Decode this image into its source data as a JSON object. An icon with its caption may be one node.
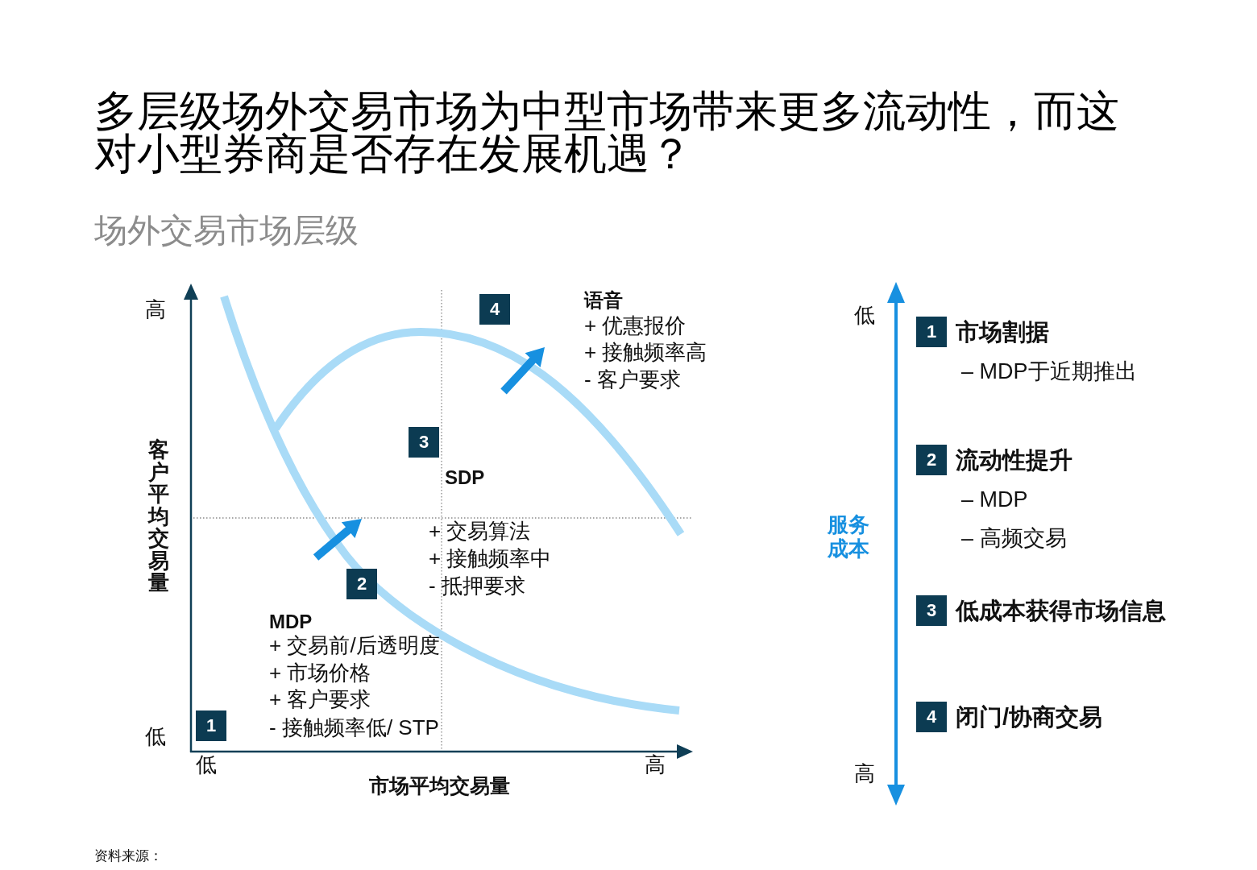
{
  "diagram": {
    "title": "多层级场外交易市场为中型市场带来更多流动性，而这对小型券商是否存在发展机遇？",
    "nodes": [
      {
        "text": [
          "4"
        ]
      },
      {
        "text": [
          "3"
        ]
      },
      {
        "text": [
          "2"
        ]
      },
      {
        "text": [
          "1"
        ]
      },
      {
        "text": [
          "1"
        ],
        "beside": [
          "市场割据",
          "– MDP于近期推出"
        ]
      },
      {
        "text": [
          "2"
        ],
        "beside": [
          "流动性提升",
          "– MDP",
          "– 高频交易"
        ]
      },
      {
        "text": [
          "3"
        ],
        "beside": [
          "低成本获得市场信息"
        ]
      },
      {
        "text": [
          "4"
        ],
        "beside": [
          "闭门/协商交易"
        ]
      }
    ],
    "labels": [
      "场外交易市场层级",
      "高",
      "语音",
      "+ 优惠报价",
      "+ 接触频率高",
      "- 客户要求",
      "低",
      "客户平均交易量",
      "SDP",
      "服务成本",
      "+ 交易算法",
      "+ 接触频率中",
      "- 抵押要求",
      "MDP",
      "+ 交易前/后透明度",
      "+ 市场价格",
      "+ 客户要求",
      "低",
      "- 接触频率低/ STP",
      "低",
      "高",
      "高",
      "市场平均交易量",
      "资料来源："
    ]
  }
}
